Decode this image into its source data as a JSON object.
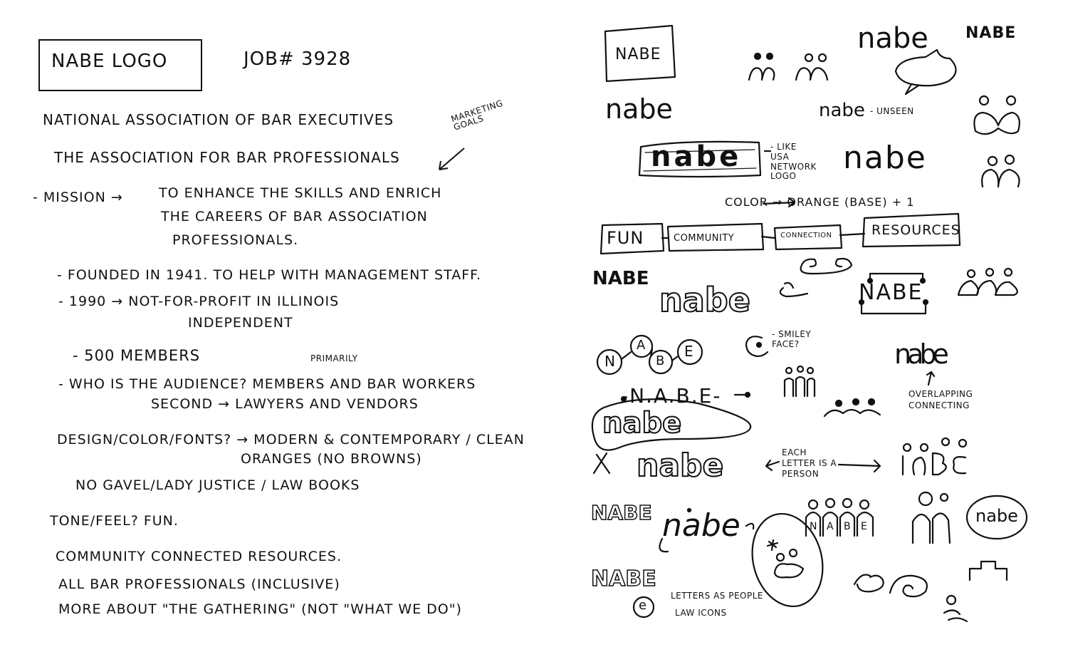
{
  "left_page": {
    "title_box": "NABE LOGO",
    "job_number": "JOB# 3928",
    "org_name": "NATIONAL ASSOCIATION OF BAR EXECUTIVES",
    "tagline": "THE ASSOCIATION FOR BAR PROFESSIONALS",
    "marketing_goals_note": "MARKETING GOALS",
    "mission_label": "- MISSION →",
    "mission_line1": "TO ENHANCE THE SKILLS AND ENRICH",
    "mission_line2": "THE CAREERS OF BAR ASSOCIATION",
    "mission_line3": "PROFESSIONALS.",
    "founded": "- FOUNDED IN 1941. TO HELP WITH MANAGEMENT STAFF.",
    "year_1990": "- 1990 → NOT-FOR-PROFIT IN ILLINOIS",
    "independent": "INDEPENDENT",
    "members": "- 500 MEMBERS",
    "primarily": "PRIMARILY",
    "audience": "- WHO IS THE AUDIENCE?  MEMBERS AND BAR WORKERS",
    "second": "SECOND → LAWYERS AND VENDORS",
    "design_q": "DESIGN/COLOR/FONTS? → MODERN & CONTEMPORARY / CLEAN",
    "oranges": "ORANGES (NO BROWNS)",
    "no_gavel": "NO GAVEL/LADY JUSTICE / LAW BOOKS",
    "tone": "TONE/FEEL?  FUN.",
    "community": "COMMUNITY CONNECTED RESOURCES.",
    "all_bar": "ALL BAR PROFESSIONALS (INCLUSIVE)",
    "more_about": "MORE ABOUT \"THE GATHERING\" (NOT \"WHAT WE DO\")"
  },
  "right_page": {
    "box_label": "NABE",
    "word_nabe": "nabe",
    "word_nabe_caps": "NABE",
    "word_nabe_small": "nabe",
    "unseen_note": "- UNSEEN",
    "like_usa_note": "- LIKE USA NETWORK LOGO",
    "color_note": "COLOR → ORANGE (BASE) + 1",
    "flow_fun": "FUN",
    "flow_community": "COMMUNITY",
    "flow_connection": "CONNECTION",
    "flow_resources": "RESOURCES",
    "smiley_note": "- SMILEY FACE?",
    "overlapping_note": "OVERLAPPING CONNECTING",
    "dotted_caps": "-N.A.B.E-",
    "each_letter_note": "EACH LETTER IS A PERSON",
    "letters_people_note": "LETTERS AS PEOPLE",
    "law_icons_note": "LAW ICONS",
    "letter_n": "N",
    "letter_a": "A",
    "letter_b": "B",
    "letter_e": "E",
    "letter_e_small": "e"
  }
}
